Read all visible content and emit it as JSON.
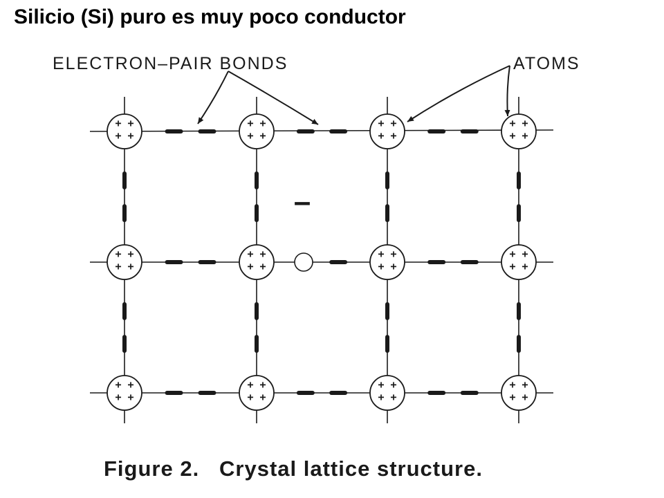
{
  "slide": {
    "title": "Silicio (Si) puro es muy poco conductor"
  },
  "figure": {
    "callout_bonds": "ELECTRON–PAIR BONDS",
    "callout_atoms": "ATOMS",
    "caption": "Figure 2.   Crystal lattice structure.",
    "atom_symbol": "+ +",
    "free_electron_symbol": "–",
    "lattice_columns": 4,
    "lattice_rows": 3,
    "hole_present": true
  },
  "colors": {
    "ink": "#1a1a1a",
    "background": "#ffffff"
  }
}
